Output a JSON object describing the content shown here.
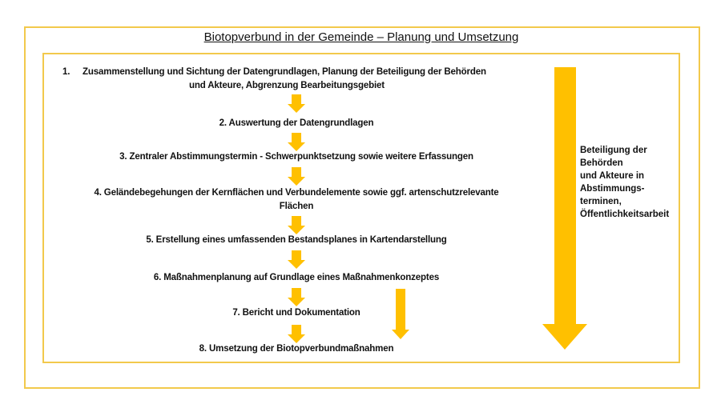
{
  "title": "Biotopverbund in der Gemeinde – Planung und Umsetzung",
  "steps": [
    {
      "number": "1.",
      "line1": "Zusammenstellung und Sichtung der Datengrundlagen, Planung der Beteiligung der Behörden",
      "line2": "und Akteure, Abgrenzung Bearbeitungsgebiet"
    },
    {
      "text": "2. Auswertung der Datengrundlagen"
    },
    {
      "text": "3. Zentraler Abstimmungstermin - Schwerpunktsetzung sowie weitere Erfassungen"
    },
    {
      "line1": "4. Geländebegehungen der Kernflächen und Verbundelemente sowie ggf. artenschutzrelevante",
      "line2": "Flächen"
    },
    {
      "text": "5. Erstellung eines umfassenden Bestandsplanes in Kartendarstellung"
    },
    {
      "text": "6. Maßnahmenplanung auf Grundlage eines Maßnahmenkonzeptes"
    },
    {
      "text": "7. Bericht und Dokumentation"
    },
    {
      "text": "8. Umsetzung der Biotopverbundmaßnahmen"
    }
  ],
  "side_label": "Beteiligung der\nBehörden\nund Akteure in\nAbstimmungs-\nterminen,\nÖffentlichkeitsarbeit",
  "colors": {
    "arrow": "#FFC000",
    "border": "#F2C94C"
  }
}
